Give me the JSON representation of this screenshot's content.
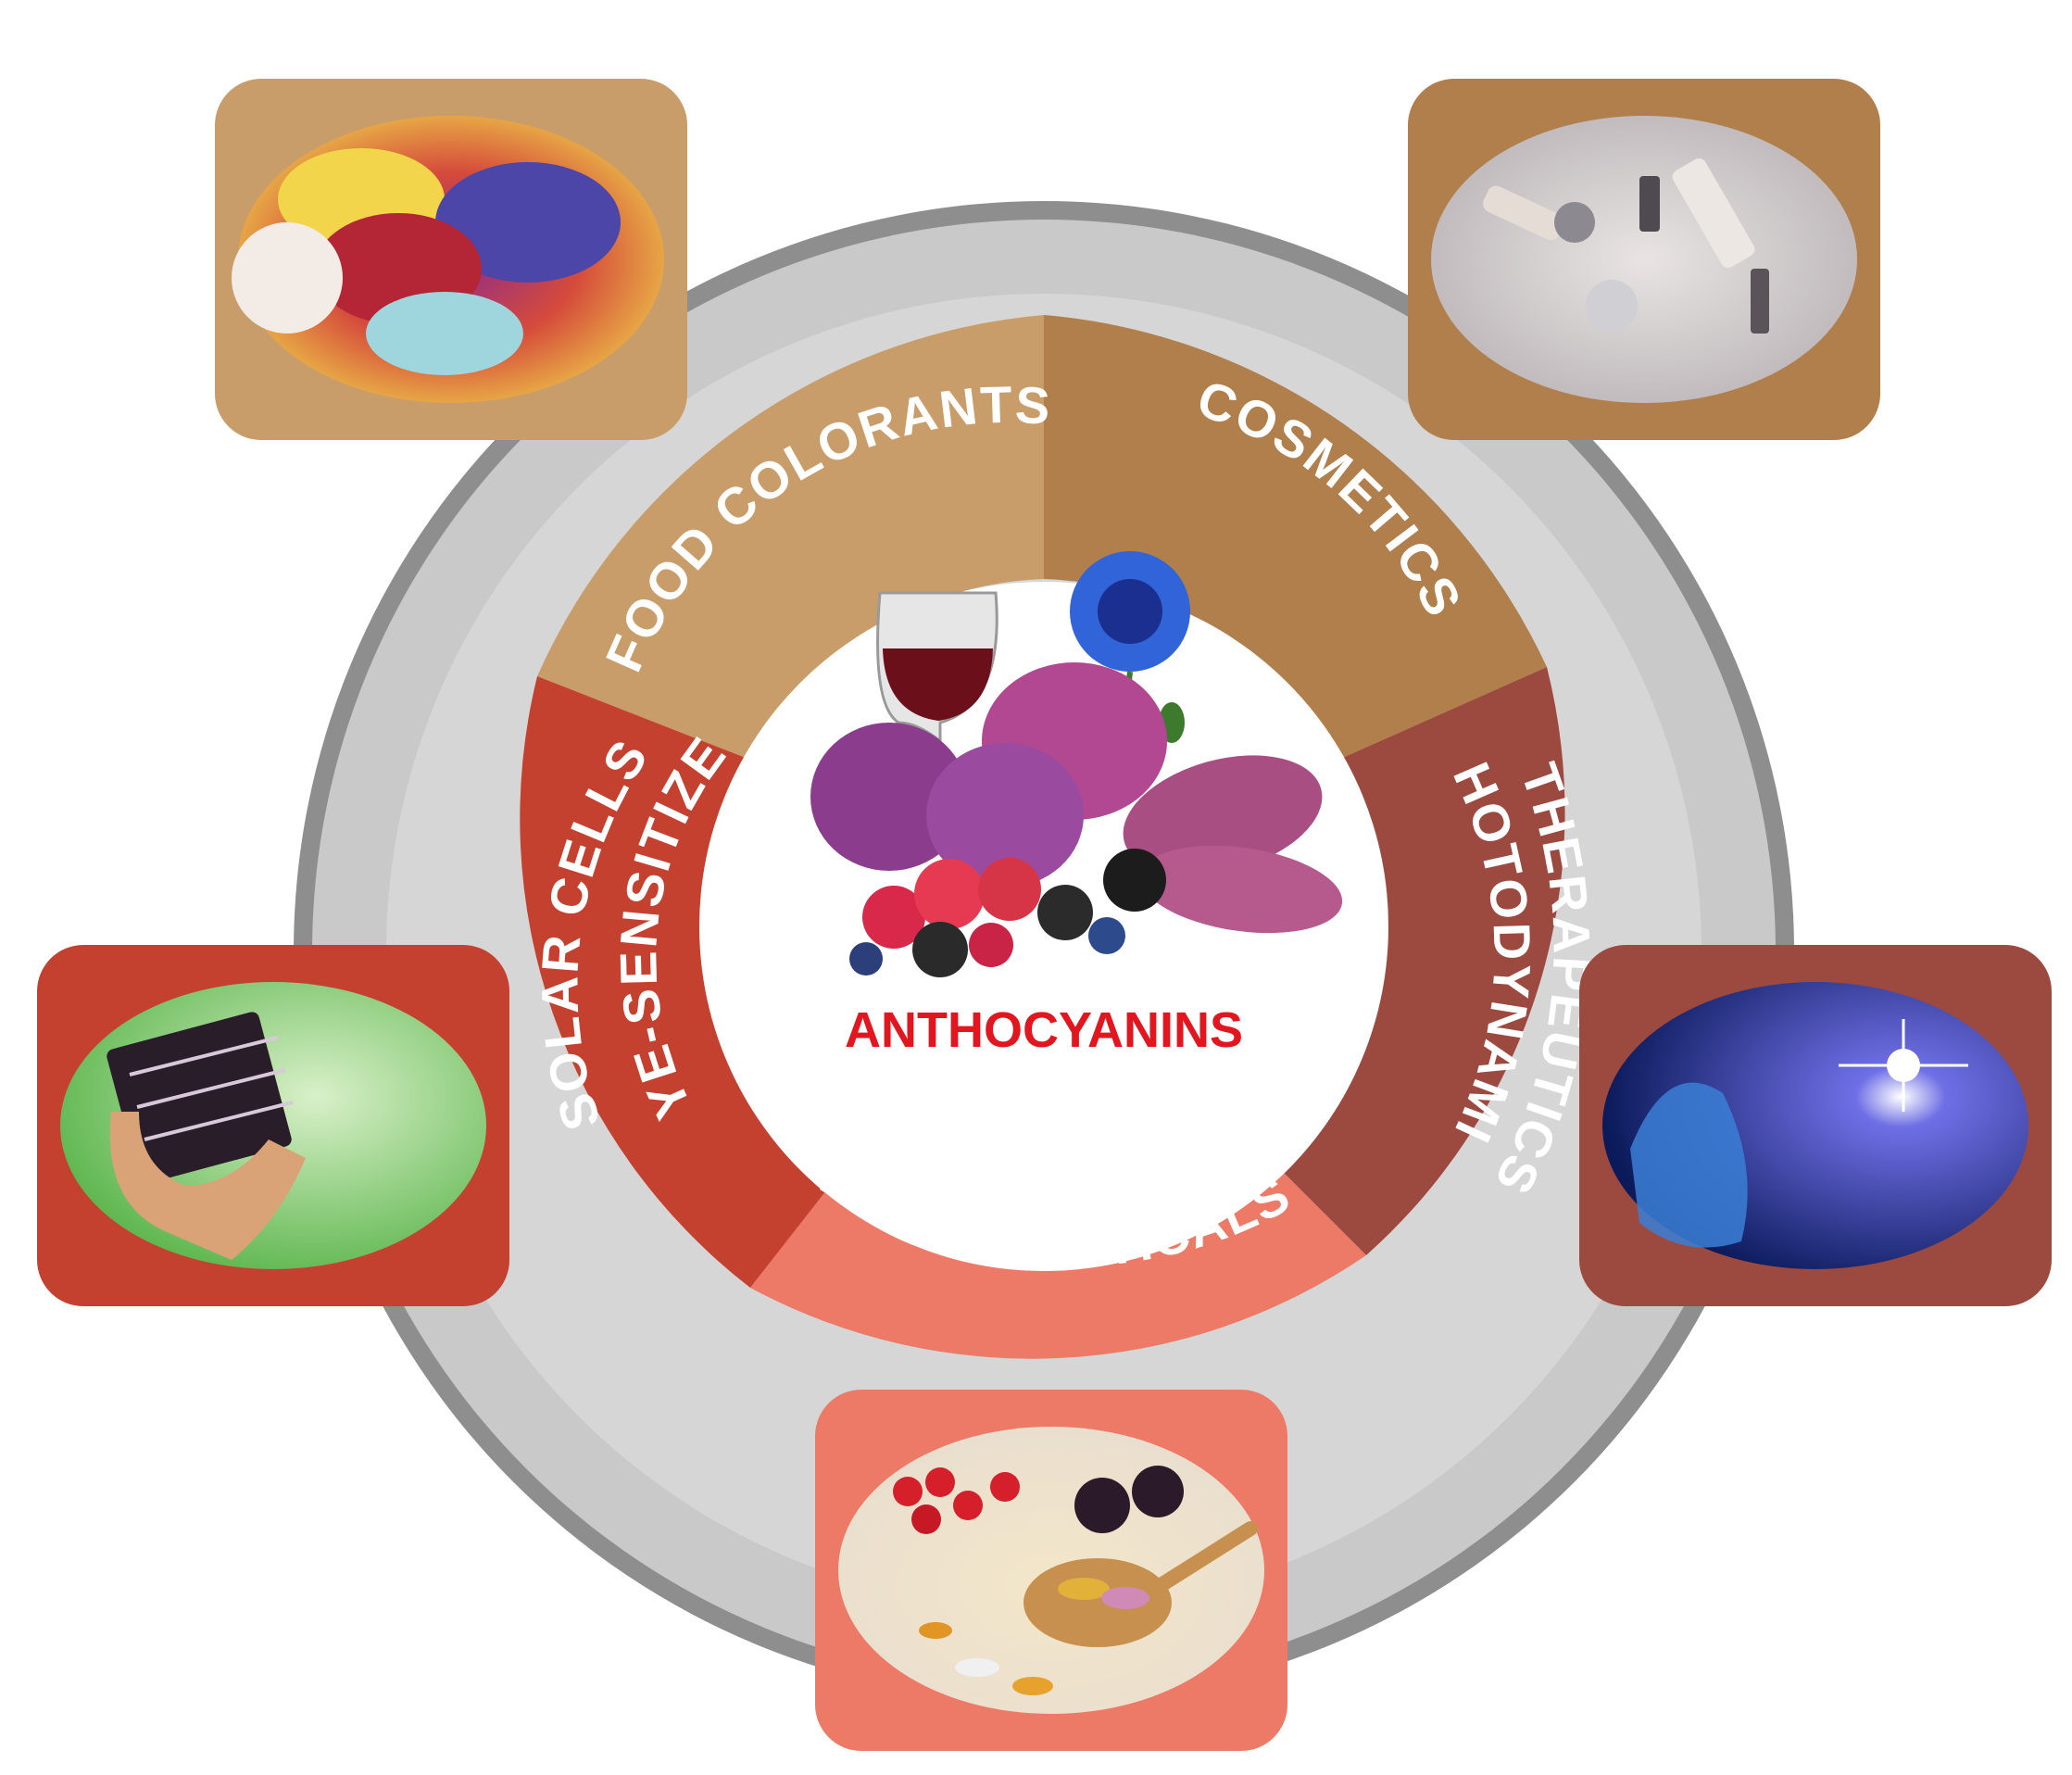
{
  "center": {
    "label": "ANTHOCYANINS",
    "label_color": "#e2161f"
  },
  "segments": [
    {
      "id": "food-colorants",
      "label": "FOOD COLORANTS",
      "color": "#c99d6a"
    },
    {
      "id": "cosmetics",
      "label": "COSMETICS",
      "color": "#b17f4c"
    },
    {
      "id": "photodynamic-therapeutics",
      "label_line1": "PHOTODYNAMIC",
      "label_line2": "THERAPEUTICS",
      "color": "#9c4a3f"
    },
    {
      "id": "nutraceuticals",
      "label": "NUTRACEUTICALS",
      "color": "#ec7a66"
    },
    {
      "id": "dye-sensitized-solar-cells",
      "label_line1": "DYE-SENSITIZED",
      "label_line2": "SOLAR CELLS",
      "color": "#c4402f"
    }
  ],
  "colors": {
    "outer_ring": "#8e8e8e",
    "outer_disc": "#c9c9c9",
    "inner_halo": "#d6d6d6",
    "center_disc": "#ffffff"
  },
  "cards": [
    {
      "id": "macarons",
      "depicts": "colorful macarons",
      "frame": "#c99d6a"
    },
    {
      "id": "cosmetic-products",
      "depicts": "cosmetic bottles and tubes",
      "frame": "#b17f4c"
    },
    {
      "id": "solar-cell",
      "depicts": "hand holding flexible solar cell",
      "frame": "#c4402f"
    },
    {
      "id": "cell-light",
      "depicts": "blue cells with bright light",
      "frame": "#9c4a3f"
    },
    {
      "id": "supplements",
      "depicts": "berries and supplement capsules",
      "frame": "#ec7a66"
    }
  ]
}
